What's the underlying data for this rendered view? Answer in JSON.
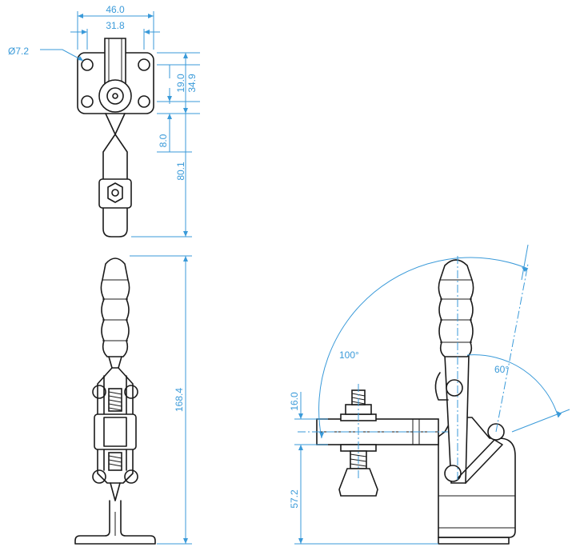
{
  "colors": {
    "dimension": "#3a9ad9",
    "outline": "#1a1a1a",
    "background": "#ffffff"
  },
  "dims": {
    "width_outer": "46.0",
    "width_inner": "31.8",
    "hole_dia": "Ø7.2",
    "hole_spacing": "19.0",
    "base_depth": "34.9",
    "handle_offset": "8.0",
    "handle_length": "80.1",
    "overall_height": "168.4",
    "spindle_height": "16.0",
    "base_to_spindle": "57.2",
    "open_angle": "100°",
    "release_angle": "60°"
  }
}
